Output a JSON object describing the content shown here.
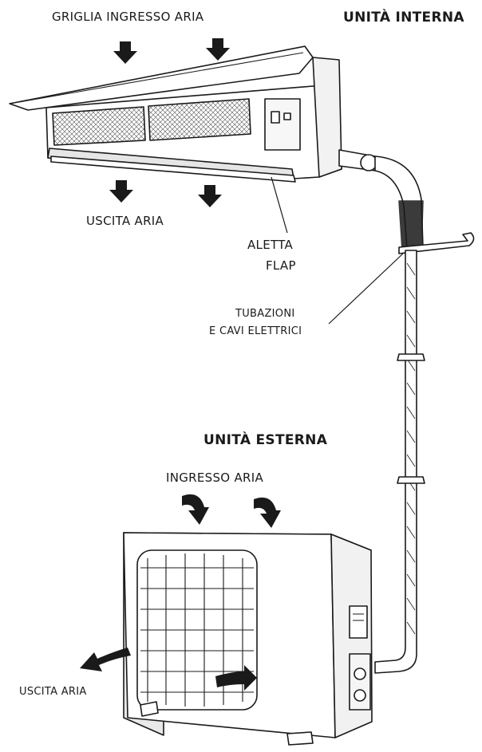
{
  "indoor": {
    "title": "UNITÀ INTERNA",
    "air_inlet_grille": "GRIGLIA INGRESSO ARIA",
    "air_outlet": "USCITA ARIA",
    "flap_line1": "ALETTA",
    "flap_line2": "FLAP"
  },
  "piping": {
    "line1": "TUBAZIONI",
    "line2": "E CAVI ELETTRICI"
  },
  "outdoor": {
    "title": "UNITÀ ESTERNA",
    "air_inlet": "INGRESSO ARIA",
    "air_outlet": "USCITA ARIA"
  },
  "colors": {
    "line": "#1a1a1a",
    "fill": "#ffffff",
    "shade": "#e6e6e6",
    "arrow": "#1a1a1a"
  },
  "icons": [
    "down-arrow-icon",
    "curved-arrow-icon"
  ]
}
